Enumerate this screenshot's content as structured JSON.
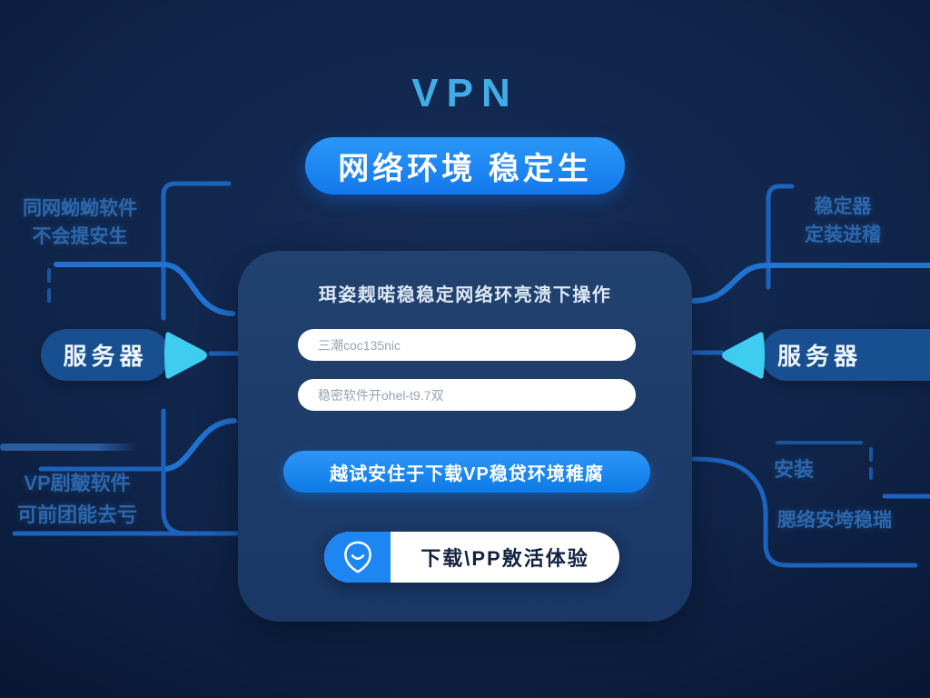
{
  "header": {
    "title": "VPN",
    "subtitle_pill": "网络环境 稳定生"
  },
  "left": {
    "top_lines": [
      "同网蚴蚴软件",
      "不会提安生"
    ],
    "server_label": "服务器",
    "bottom_lines": [
      "VP剧皶软件",
      "可前团能去亏"
    ]
  },
  "right": {
    "top_lines": [
      "稳定器",
      "定装进稽"
    ],
    "server_label": "服务器",
    "install_label": "安装",
    "bottom_line": "腮络安垮稳瑞"
  },
  "card": {
    "heading": "珥姿觌喏稳稳定网络环亮溃下操作",
    "inputs": [
      {
        "placeholder": "三潮coc135nic",
        "value": ""
      },
      {
        "placeholder": "稳密软件开ohel-t9.7双",
        "value": ""
      }
    ],
    "primary_button_label": "越试安住于下载VP稳贷环境稚腐",
    "download_button_label": "下载\\PP敫活体验"
  },
  "colors": {
    "background": "#102449",
    "card": "#1d3c6b",
    "accent_blue": "#1d86f2",
    "arrow_cyan": "#3ecdf1",
    "connector_line": "#1c63bd",
    "side_text": "#2b67ad",
    "title_blue": "#41ade6"
  }
}
